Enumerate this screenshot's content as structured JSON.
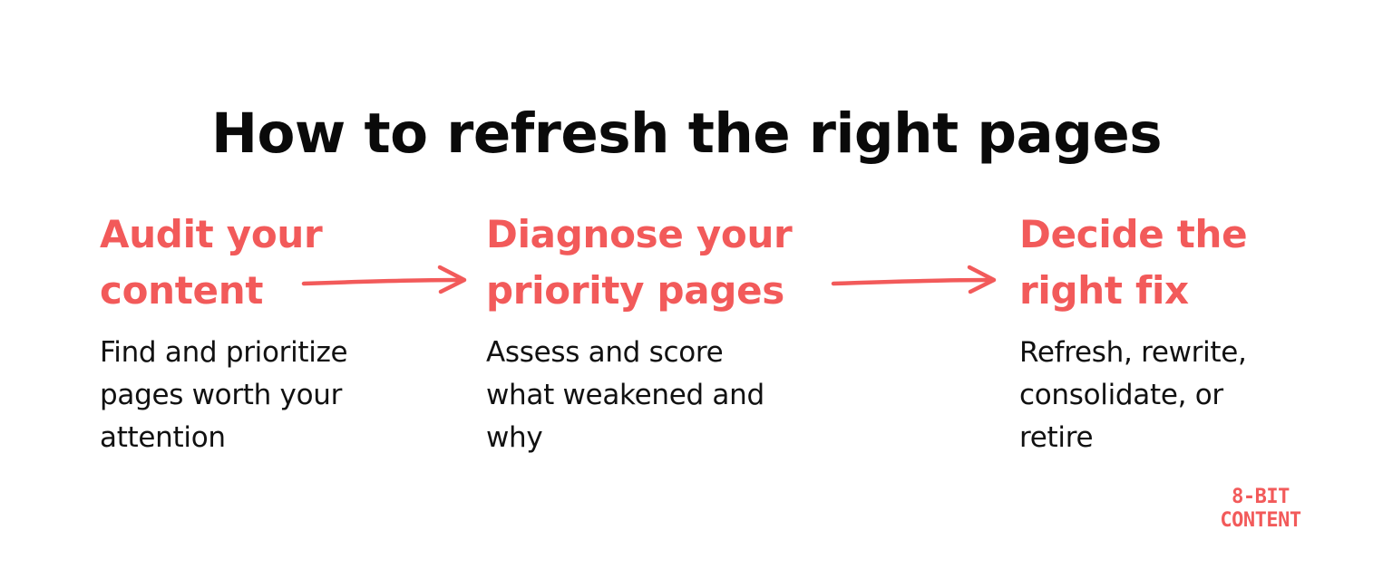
{
  "title": "How to refresh the right pages",
  "steps": [
    {
      "heading_line1": "Audit your",
      "heading_line2": "content",
      "desc_line1": "Find and prioritize",
      "desc_line2": "pages worth your",
      "desc_line3": "attention"
    },
    {
      "heading_line1": "Diagnose your",
      "heading_line2": "priority pages",
      "desc_line1": "Assess and score",
      "desc_line2": "what weakened and",
      "desc_line3": "why"
    },
    {
      "heading_line1": "Decide the",
      "heading_line2": "right fix",
      "desc_line1": "Refresh, rewrite,",
      "desc_line2": "consolidate, or",
      "desc_line3": "retire"
    }
  ],
  "logo": {
    "line1": "8-BIT",
    "line2": "CONTENT"
  },
  "colors": {
    "accent": "#f25a5a",
    "text": "#111111",
    "background": "#ffffff"
  }
}
